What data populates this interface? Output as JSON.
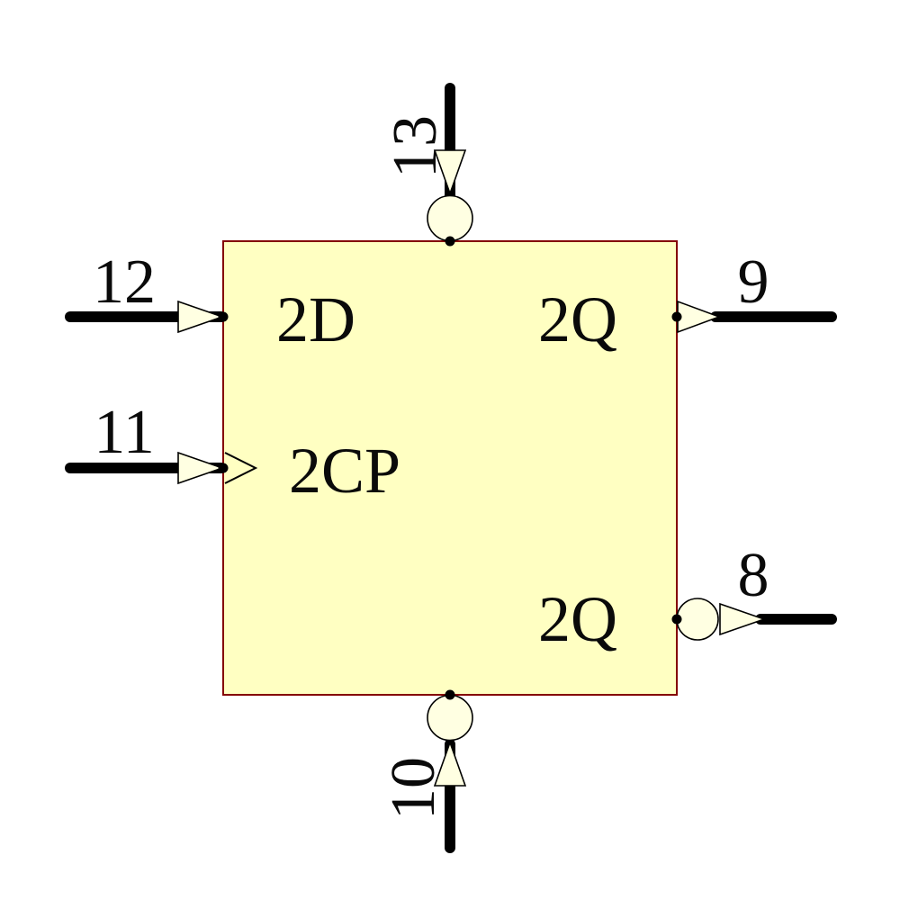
{
  "symbol": {
    "kind": "d-flip-flop-schematic-symbol",
    "pins": {
      "set": {
        "number": "13",
        "side": "top",
        "inverted": true
      },
      "d": {
        "number": "12",
        "side": "left",
        "label": "2D"
      },
      "clock": {
        "number": "11",
        "side": "left",
        "label": "2CP",
        "edge_triggered": true
      },
      "q": {
        "number": "9",
        "side": "right",
        "label": "2Q"
      },
      "qn": {
        "number": "8",
        "side": "right",
        "label": "2Q",
        "inverted": true
      },
      "reset": {
        "number": "10",
        "side": "bottom",
        "inverted": true
      }
    }
  },
  "colors": {
    "background": "#ffffff",
    "body_fill": "#ffffc2",
    "body_outline": "#840000",
    "pin_fill": "#ffffe2",
    "wire": "#000000",
    "text": "#0a0a0a"
  }
}
